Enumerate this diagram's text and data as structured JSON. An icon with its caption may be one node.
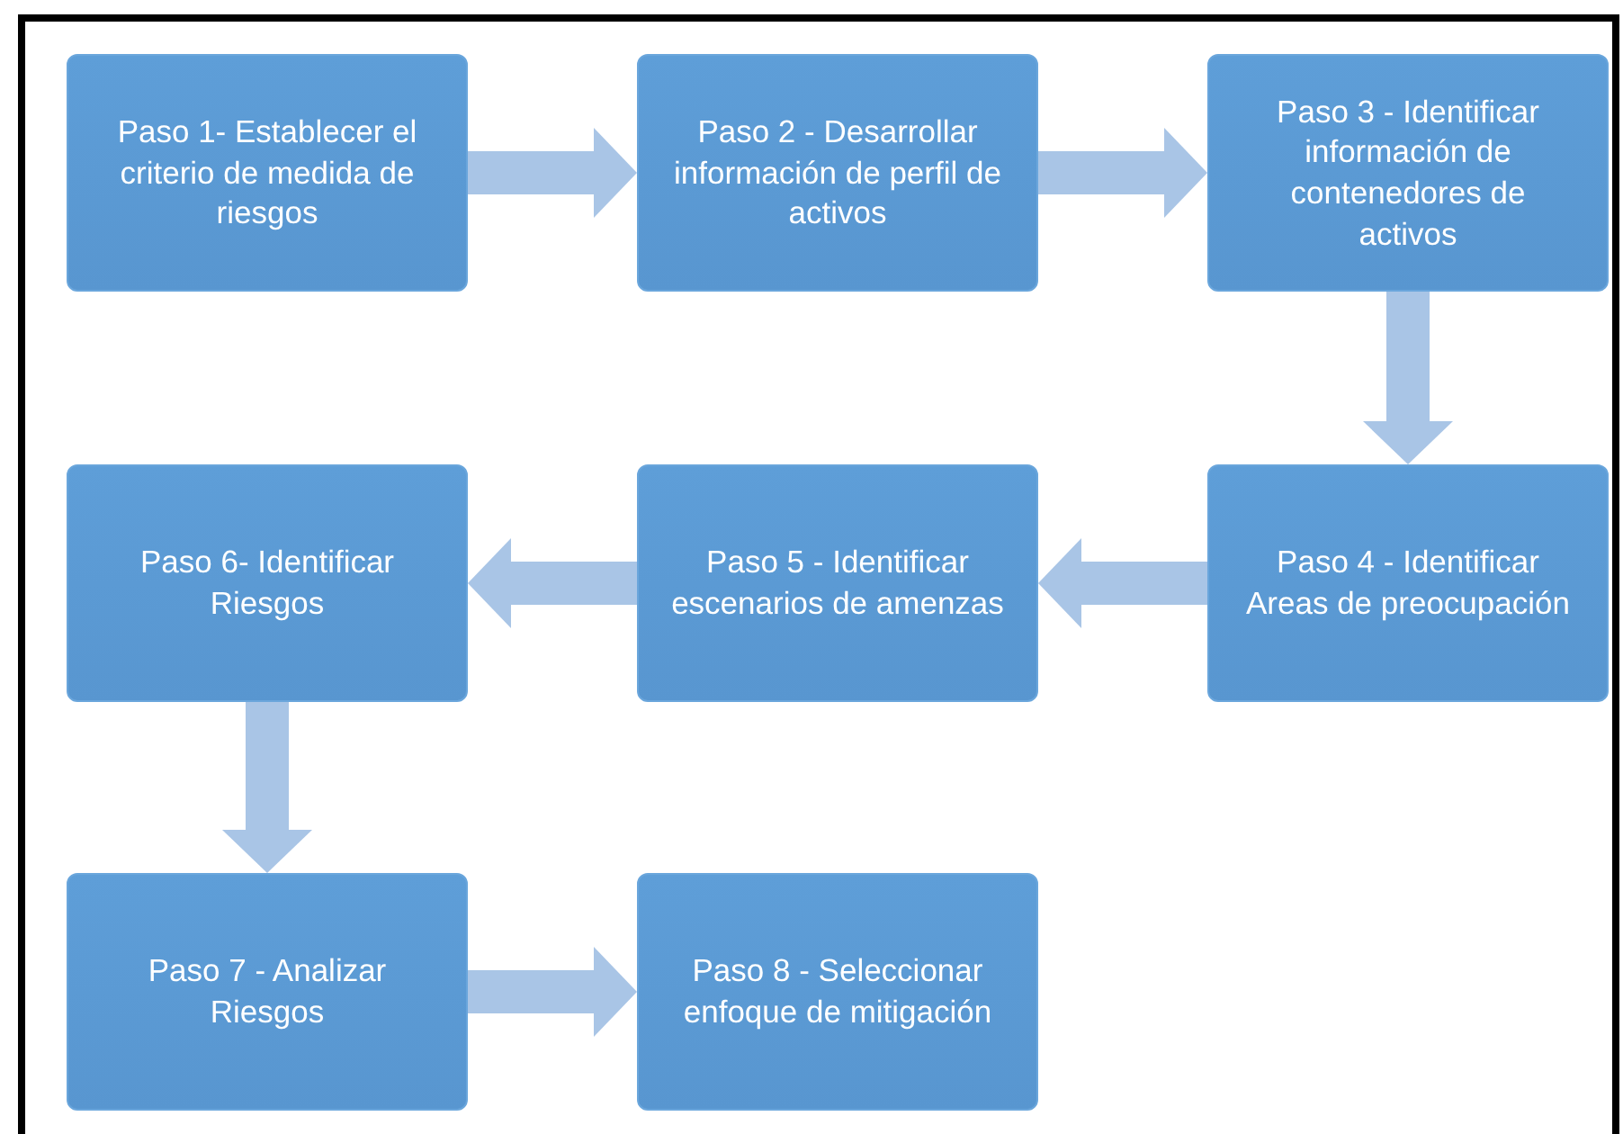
{
  "diagram": {
    "nodes": [
      {
        "text": [
          "Paso 1- Establecer el criterio de medida de riesgos"
        ]
      },
      {
        "text": [
          "Paso 2 - Desarrollar información de perfil de activos"
        ]
      },
      {
        "text": [
          "Paso 3 - Identificar información de contenedores de activos"
        ]
      },
      {
        "text": [
          "Paso 4 - Identificar Areas de preocupación"
        ]
      },
      {
        "text": [
          "Paso 5 - Identificar escenarios de amenzas"
        ]
      },
      {
        "text": [
          "Paso 6- Identificar Riesgos"
        ]
      },
      {
        "text": [
          "Paso 7 - Analizar Riesgos"
        ]
      },
      {
        "text": [
          "Paso 8 - Seleccionar enfoque de mitigación"
        ]
      }
    ],
    "edges": [
      {
        "from": 0,
        "to": 1,
        "arrow": "to"
      },
      {
        "from": 1,
        "to": 2,
        "arrow": "to"
      },
      {
        "from": 2,
        "to": 3,
        "arrow": "to"
      },
      {
        "from": 3,
        "to": 4,
        "arrow": "to"
      },
      {
        "from": 4,
        "to": 5,
        "arrow": "to"
      },
      {
        "from": 5,
        "to": 6,
        "arrow": "to"
      },
      {
        "from": 6,
        "to": 7,
        "arrow": "to"
      }
    ]
  }
}
